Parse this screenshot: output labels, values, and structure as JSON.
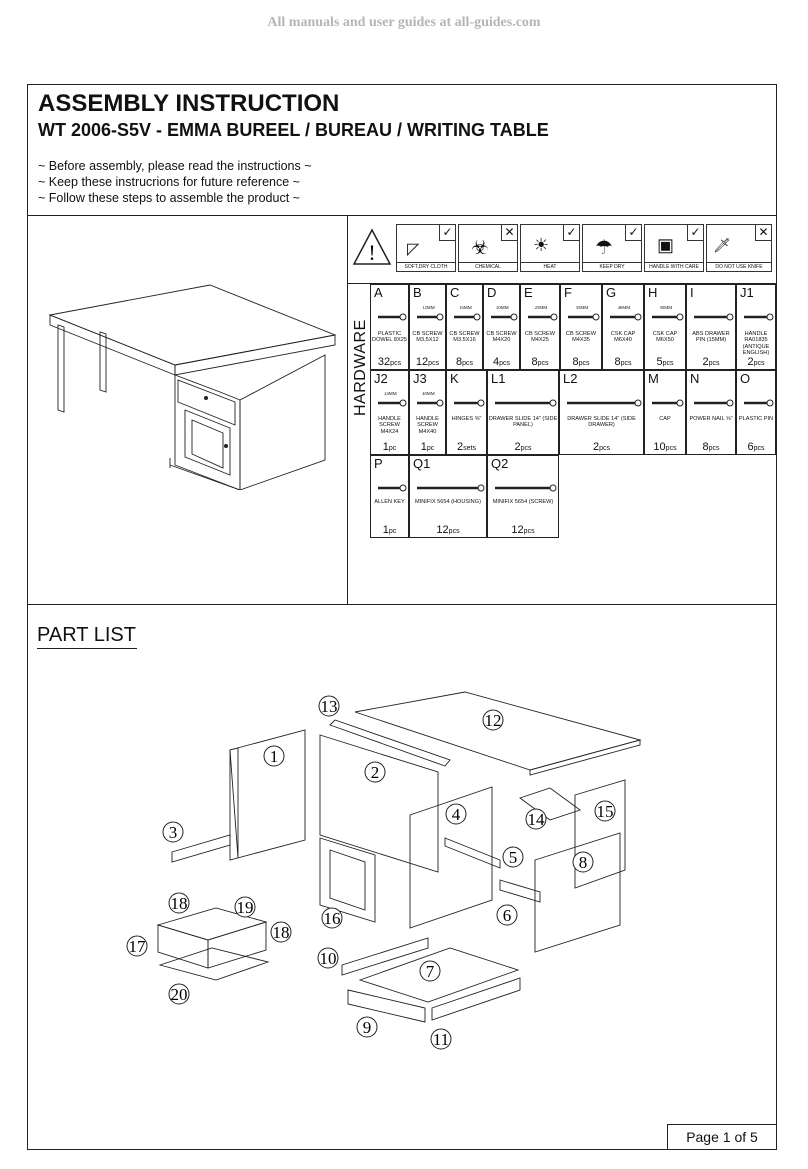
{
  "watermark": "All manuals and user guides at all-guides.com",
  "title": "ASSEMBLY INSTRUCTION",
  "subtitle": "WT 2006-S5V - EMMA BUREEL / BUREAU / WRITING TABLE",
  "notes": [
    "~ Before assembly, please read the instructions ~",
    "~ Keep these instrucrions for future reference ~",
    "~ Follow these steps to assemble the product ~"
  ],
  "care": [
    {
      "label": "SOFT,DRY CLOTH",
      "mark": "✓"
    },
    {
      "label": "CHEMICAL",
      "mark": "✕"
    },
    {
      "label": "HEAT",
      "mark": "✓"
    },
    {
      "label": "KEEP DRY",
      "mark": "✓"
    },
    {
      "label": "HANDLE WITH CARE",
      "mark": "✓"
    },
    {
      "label": "DO NOT USE KNIFE",
      "mark": "✕"
    }
  ],
  "hardware_label": "HARDWARE",
  "hardware": [
    {
      "code": "A",
      "desc": "PLASTIC DOWEL 8X25",
      "qty": "32",
      "unit": "pcs"
    },
    {
      "code": "B",
      "desc": "CB SCREW M3.5X12",
      "qty": "12",
      "unit": "pcs",
      "len": "12MM"
    },
    {
      "code": "C",
      "desc": "CB SCREW M3.5X16",
      "qty": "8",
      "unit": "pcs",
      "len": "16MM"
    },
    {
      "code": "D",
      "desc": "CB SCREW M4X20",
      "qty": "4",
      "unit": "pcs",
      "len": "20MM"
    },
    {
      "code": "E",
      "desc": "CB SCREW M4X25",
      "qty": "8",
      "unit": "pcs",
      "len": "25MM"
    },
    {
      "code": "F",
      "desc": "CB SCREW M4X35",
      "qty": "8",
      "unit": "pcs",
      "len": "35MM"
    },
    {
      "code": "G",
      "desc": "CSK CAP M6X40",
      "qty": "8",
      "unit": "pcs",
      "len": "40MM"
    },
    {
      "code": "H",
      "desc": "CSK CAP M6X50",
      "qty": "5",
      "unit": "pcs",
      "len": "50MM"
    },
    {
      "code": "I",
      "desc": "ABS DRAWER PIN (15MM)",
      "qty": "2",
      "unit": "pcs"
    },
    {
      "code": "J1",
      "desc": "HANDLE RA01835 (ANTIQUE ENGLISH)",
      "qty": "2",
      "unit": "pcs"
    },
    {
      "code": "J2",
      "desc": "HANDLE SCREW M4X24",
      "qty": "1",
      "unit": "pc",
      "len": "24MM"
    },
    {
      "code": "J3",
      "desc": "HANDLE SCREW M4X40",
      "qty": "1",
      "unit": "pc",
      "len": "40MM"
    },
    {
      "code": "K",
      "desc": "HINGES ⅜\"",
      "qty": "2",
      "unit": "sets"
    },
    {
      "code": "L1",
      "desc": "DRAWER SLIDE 14\" (SIDE PANEL)",
      "qty": "2",
      "unit": "pcs"
    },
    {
      "code": "L2",
      "desc": "DRAWER SLIDE 14\" (SIDE DRAWER)",
      "qty": "2",
      "unit": "pcs"
    },
    {
      "code": "M",
      "desc": "CAP",
      "qty": "10",
      "unit": "pcs"
    },
    {
      "code": "N",
      "desc": "POWER NAIL ⅝\"",
      "qty": "8",
      "unit": "pcs"
    },
    {
      "code": "O",
      "desc": "PLASTIC PIN",
      "qty": "6",
      "unit": "pcs"
    },
    {
      "code": "P",
      "desc": "ALLEN KEY",
      "qty": "1",
      "unit": "pc"
    },
    {
      "code": "Q1",
      "desc": "MINIFIX 5654 (HOUSING)",
      "qty": "12",
      "unit": "pcs"
    },
    {
      "code": "Q2",
      "desc": "MINIFIX 5654 (SCREW)",
      "qty": "12",
      "unit": "pcs"
    }
  ],
  "part_list_title": "PART LIST",
  "parts": [
    "1",
    "2",
    "3",
    "4",
    "5",
    "6",
    "7",
    "8",
    "9",
    "10",
    "11",
    "12",
    "13",
    "14",
    "15",
    "16",
    "17",
    "18",
    "19",
    "20",
    "18"
  ],
  "page": "Page 1 of 5"
}
